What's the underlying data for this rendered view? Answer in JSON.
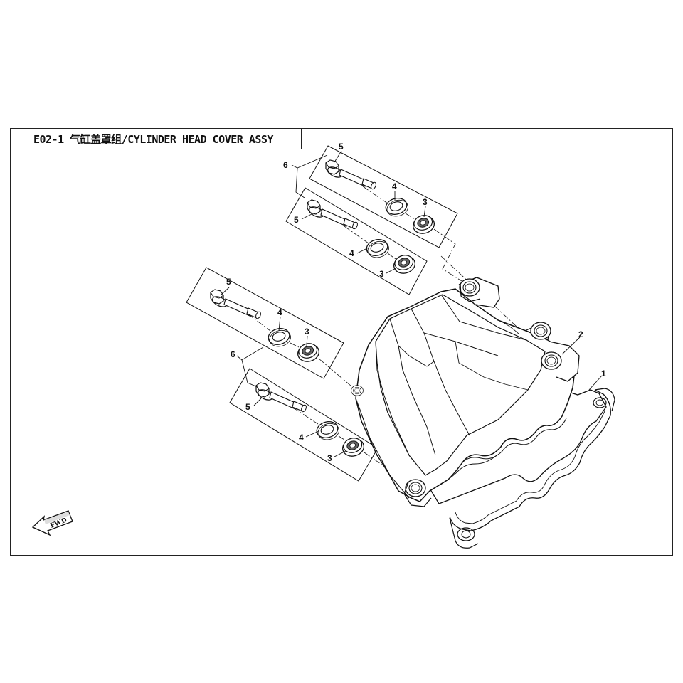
{
  "diagram": {
    "title": "E02-1 气缸盖罩组/CYLINDER HEAD COVER ASSY",
    "direction_label": "FWD",
    "callouts": {
      "cover": "1",
      "plug": "2",
      "grommet": "3",
      "washer": "4",
      "bolt": "5",
      "kit": "6"
    }
  }
}
